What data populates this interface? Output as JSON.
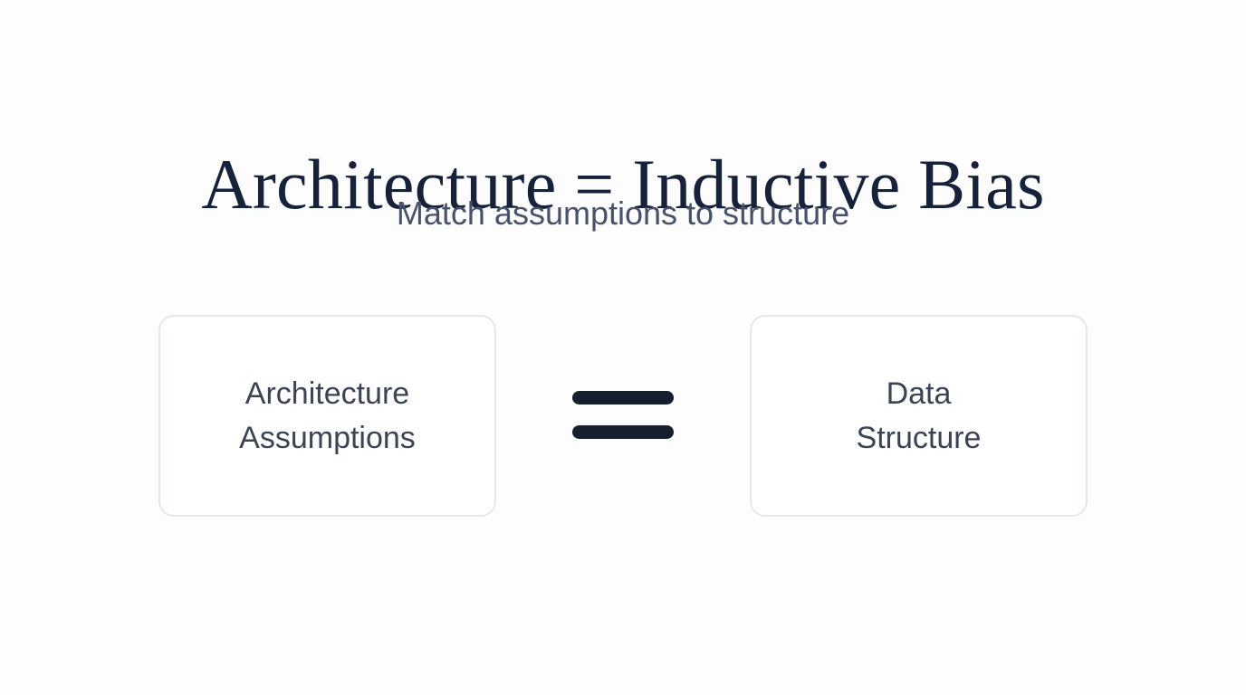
{
  "slide": {
    "background_color": "#fdfdfe",
    "title": "Architecture = Inductive Bias",
    "title_color": "#16213a",
    "subtitle": "Match assumptions to structure",
    "subtitle_color": "#48526a"
  },
  "diagram": {
    "type": "equation",
    "operator": "=",
    "operator_color": "#161f2e",
    "box_border_color": "#e3e7ee",
    "box_text_color": "#3b4453",
    "boxes": [
      {
        "id": "architecture-assumptions",
        "line1": "Architecture",
        "line2": "Assumptions",
        "text": "Architecture\nAssumptions"
      },
      {
        "id": "data-structure",
        "line1": "Data",
        "line2": "Structure",
        "text": "Data\nStructure"
      }
    ]
  }
}
